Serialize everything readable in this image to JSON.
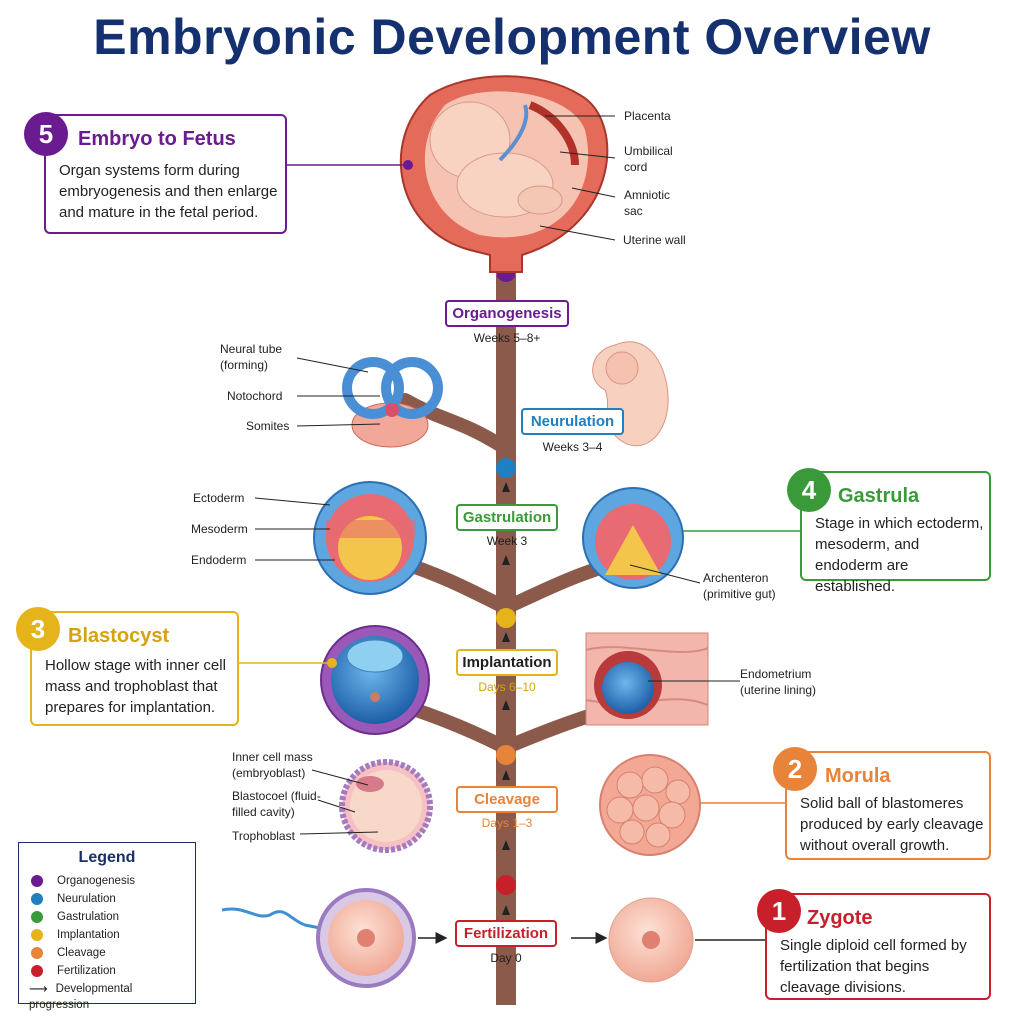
{
  "title": "Embryonic Development Overview",
  "colors": {
    "title": "#14306e",
    "organogenesis": "#6a1b8f",
    "neurulation": "#1f7fc0",
    "gastrulation": "#3a9a3a",
    "implantation": "#e5b41a",
    "cleavage": "#e8833a",
    "fertilization": "#c8202a",
    "trunk": "#8b5a4a"
  },
  "cards": {
    "fetus": {
      "number": "5",
      "title": "Embryo to Fetus",
      "text": "Organ systems form during embryogenesis and then enlarge and mature in the fetal period."
    },
    "gastrula": {
      "number": "4",
      "title": "Gastrula",
      "text": "Stage in which ectoderm, mesoderm, and endoderm are established."
    },
    "blastocyst": {
      "number": "3",
      "title": "Blastocyst",
      "text": "Hollow stage with inner cell mass and trophoblast that prepares for implantation."
    },
    "morula": {
      "number": "2",
      "title": "Morula",
      "text": "Solid ball of blastomeres produced by early cleavage without overall growth."
    },
    "zygote": {
      "number": "1",
      "title": "Zygote",
      "text": "Single diploid cell formed by fertilization that begins cleavage divisions."
    }
  },
  "stages": {
    "organogenesis": {
      "label": "Organogenesis",
      "time": "Weeks 5–8+"
    },
    "neurulation": {
      "label": "Neurulation",
      "time": "Weeks 3–4"
    },
    "gastrulation": {
      "label": "Gastrulation",
      "time": "Week 3"
    },
    "implantation": {
      "label": "Implantation",
      "time": "Days 6–10"
    },
    "cleavage": {
      "label": "Cleavage",
      "time": "Days 1–3"
    },
    "fertilization": {
      "label": "Fertilization",
      "time": "Day 0"
    }
  },
  "labels": {
    "placenta": "Placenta",
    "umbilical": "Umbilical cord",
    "amniotic": "Amniotic sac",
    "uterine_wall": "Uterine wall",
    "neural_tube": "Neural tube (forming)",
    "notochord": "Notochord",
    "somites": "Somites",
    "ectoderm": "Ectoderm",
    "mesoderm": "Mesoderm",
    "endoderm": "Endoderm",
    "archenteron": "Archenteron (primitive gut)",
    "endometrium": "Endometrium (uterine lining)",
    "icm": "Inner cell mass (embryoblast)",
    "blastocoel": "Blastocoel (fluid-filled cavity)",
    "trophoblast": "Trophoblast"
  },
  "legend": {
    "title": "Legend",
    "items": [
      "Organogenesis",
      "Neurulation",
      "Gastrulation",
      "Implantation",
      "Cleavage",
      "Fertilization"
    ],
    "progression": "Developmental progression"
  }
}
